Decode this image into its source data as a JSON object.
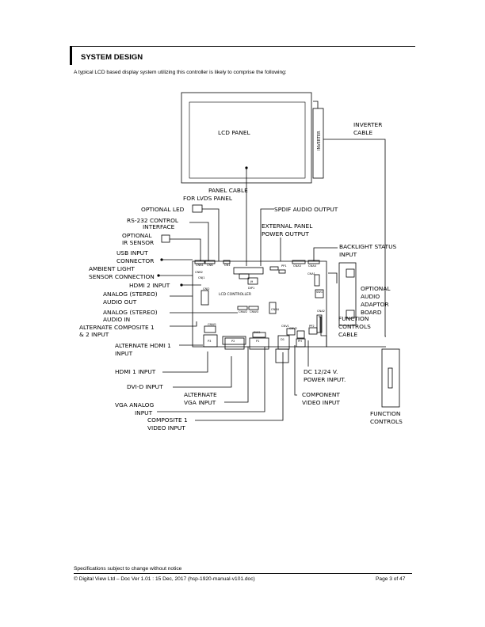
{
  "section": {
    "title": "SYSTEM DESIGN"
  },
  "intro": "A typical LCD based display system utilizing this controller is likely to comprise the following:",
  "diagram": {
    "lcd_panel": "LCD PANEL",
    "inverter": "INVERTER",
    "inverter_cable": [
      "INVERTER",
      "CABLE"
    ],
    "panel_cable": [
      "PANEL CABLE",
      "FOR LVDS PANEL"
    ],
    "optional_led": "OPTIONAL LED",
    "spdif": "SPDIF AUDIO OUTPUT",
    "rs232": [
      "RS-232 CONTROL",
      "INTERFACE"
    ],
    "ext_power": [
      "EXTERNAL PANEL",
      "POWER OUTPUT"
    ],
    "ir_sensor": [
      "OPTIONAL",
      "IR SENSOR"
    ],
    "backlight": [
      "BACKLIGHT STATUS",
      "INPUT"
    ],
    "usb": [
      "USB INPUT",
      "CONNECTOR"
    ],
    "ambient": [
      "AMBIENT LIGHT",
      "SENSOR CONNECTION"
    ],
    "hdmi2": "HDMI 2 INPUT",
    "audio_out": [
      "ANALOG (STEREO)",
      "AUDIO OUT"
    ],
    "audio_in": [
      "ANALOG (STEREO)",
      "AUDIO IN"
    ],
    "alt_composite": [
      "ALTERNATE COMPOSITE 1",
      "& 2 INPUT"
    ],
    "alt_hdmi": [
      "ALTERNATE HDMI 1",
      "INPUT"
    ],
    "hdmi1": "HDMI 1 INPUT",
    "dvid": "DVI-D INPUT",
    "alt_vga": [
      "ALTERNATE",
      "VGA INPUT"
    ],
    "vga": [
      "VGA ANALOG",
      "INPUT"
    ],
    "composite": [
      "COMPOSITE 1",
      "VIDEO INPUT"
    ],
    "component": [
      "COMPONENT",
      "VIDEO INPUT"
    ],
    "dc_power": [
      "DC 12/24 V.",
      "POWER INPUT."
    ],
    "audio_board": [
      "OPTIONAL",
      "AUDIO",
      "ADAPTOR",
      "BOARD"
    ],
    "fn_cable": [
      "FUNCTION",
      "CONTROLS",
      "CABLE"
    ],
    "fn_controls": [
      "FUNCTION",
      "CONTROLS"
    ],
    "board_label": "LCD CONTROLLER",
    "board_marks": {
      "cnb1": "CNB1",
      "cnb": "CNB",
      "cn1": "CN1",
      "p3": "P3",
      "p2": "P2",
      "p1": "P1",
      "cnv1": "CNV1",
      "cnv2": "CNV2",
      "dvi2": "DVI2",
      "pp1": "PP1",
      "j9": "J9",
      "cnw1": "CNW1",
      "cnw2": "CNW2",
      "cnw3": "CNW3",
      "cna3": "CNA3",
      "cna4": "CNA4",
      "cnj1": "CNJ1",
      "cnj2": "CNJ2",
      "cnb4": "CNB4",
      "cna1": "CNA1",
      "cnb2": "CNB2",
      "dip1": "DIP1",
      "sw1": "SW1",
      "a2": "A2",
      "cn2": "CN2",
      "ph": "PH",
      "pp2": "PP2",
      "cna2": "CNA2",
      "d1": "D1"
    }
  },
  "footer": {
    "note": "Specifications subject to change without notice",
    "left": "© Digital View Ltd – Doc Ver 1.01 :  15 Dec, 2017 (hsp-1920-manual-v101.doc)",
    "right": "Page 3 of 47"
  }
}
